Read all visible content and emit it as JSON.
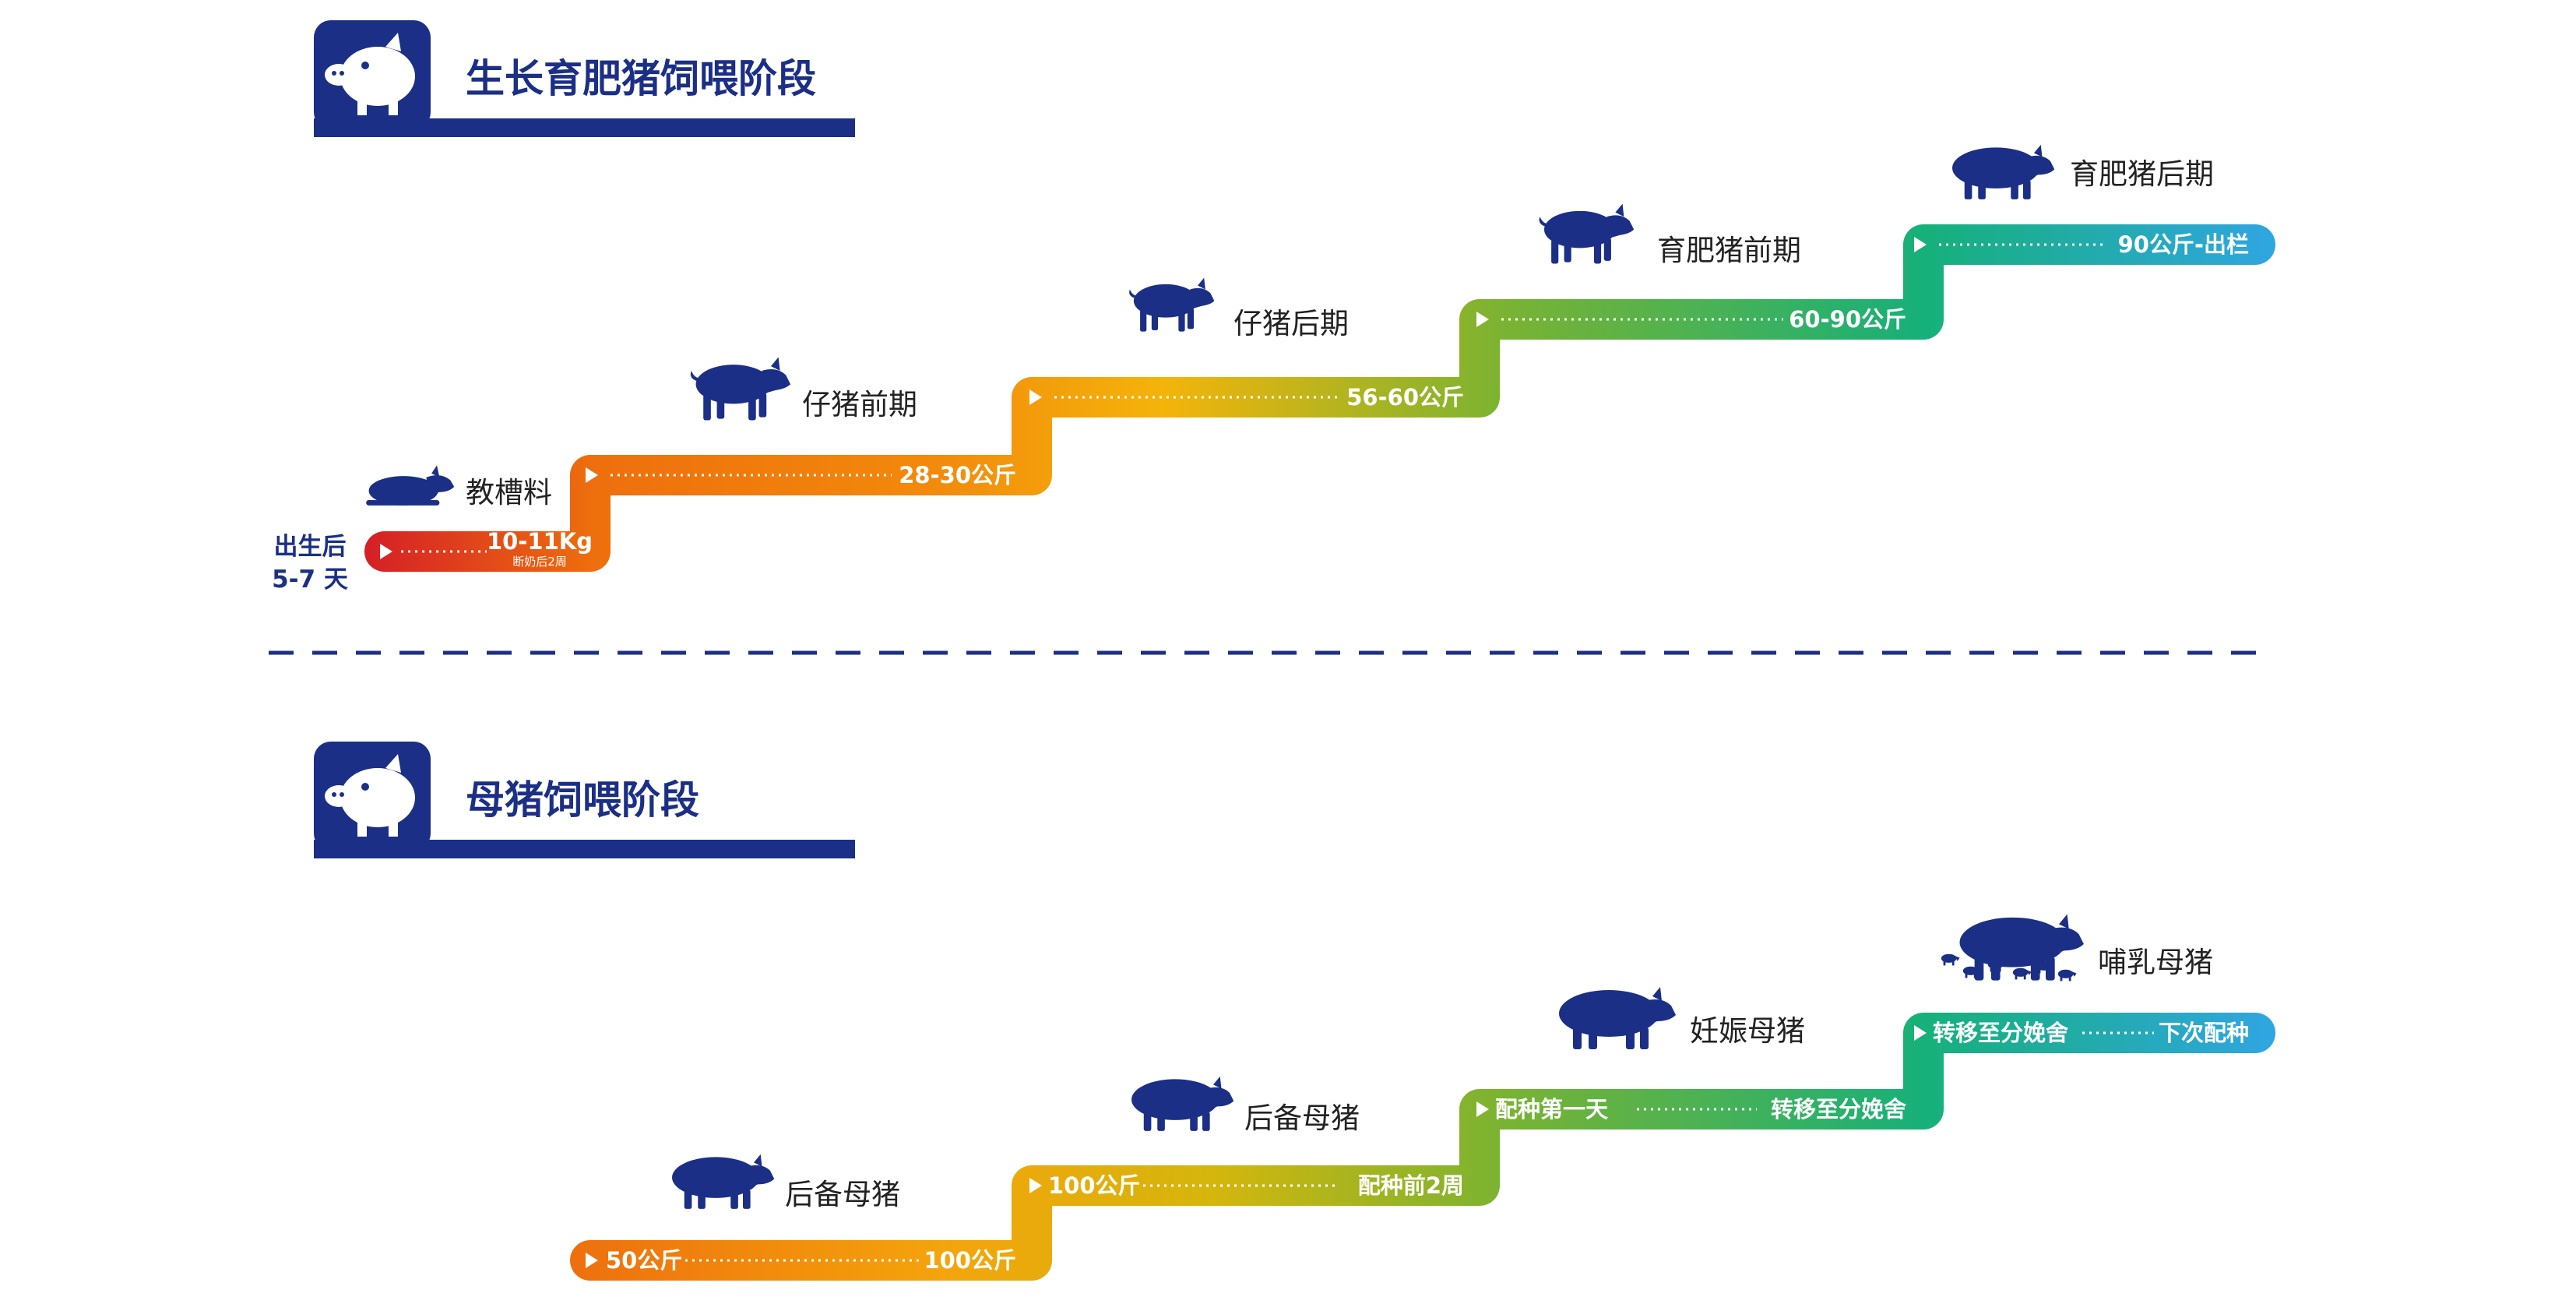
{
  "colors": {
    "navy": "#1b2f86",
    "red": "#d51f26",
    "orange": "#ee6f0d",
    "amber": "#f4a40c",
    "green": "#7ab332",
    "teal": "#16b07a",
    "cyan": "#2fa6df"
  },
  "section1": {
    "title": "生长育肥猪饲喂阶段",
    "icon": "pig-head-icon",
    "birth_line1": "出生后",
    "birth_line2": "5-7 天",
    "stages": [
      {
        "name": "教槽料",
        "icon": "piglet-lying-icon",
        "range": "10-11Kg",
        "note": "断奶后2周"
      },
      {
        "name": "仔猪前期",
        "icon": "piglet-icon",
        "range": "28-30公斤"
      },
      {
        "name": "仔猪后期",
        "icon": "pig-icon",
        "range": "56-60公斤"
      },
      {
        "name": "育肥猪前期",
        "icon": "pig-icon",
        "range": "60-90公斤"
      },
      {
        "name": "育肥猪后期",
        "icon": "fat-pig-icon",
        "range": "90公斤-出栏"
      }
    ]
  },
  "section2": {
    "title": "母猪饲喂阶段",
    "icon": "pig-head-icon",
    "stages": [
      {
        "name": "后备母猪",
        "icon": "sow-icon",
        "start": "50公斤",
        "end": "100公斤"
      },
      {
        "name": "后备母猪",
        "icon": "sow-icon",
        "start": "100公斤",
        "end": "配种前2周"
      },
      {
        "name": "妊娠母猪",
        "icon": "pregnant-sow-icon",
        "start": "配种第一天",
        "end": "转移至分娩舍"
      },
      {
        "name": "哺乳母猪",
        "icon": "nursing-sow-icon",
        "start": "转移至分娩舍",
        "end": "下次配种"
      }
    ]
  }
}
